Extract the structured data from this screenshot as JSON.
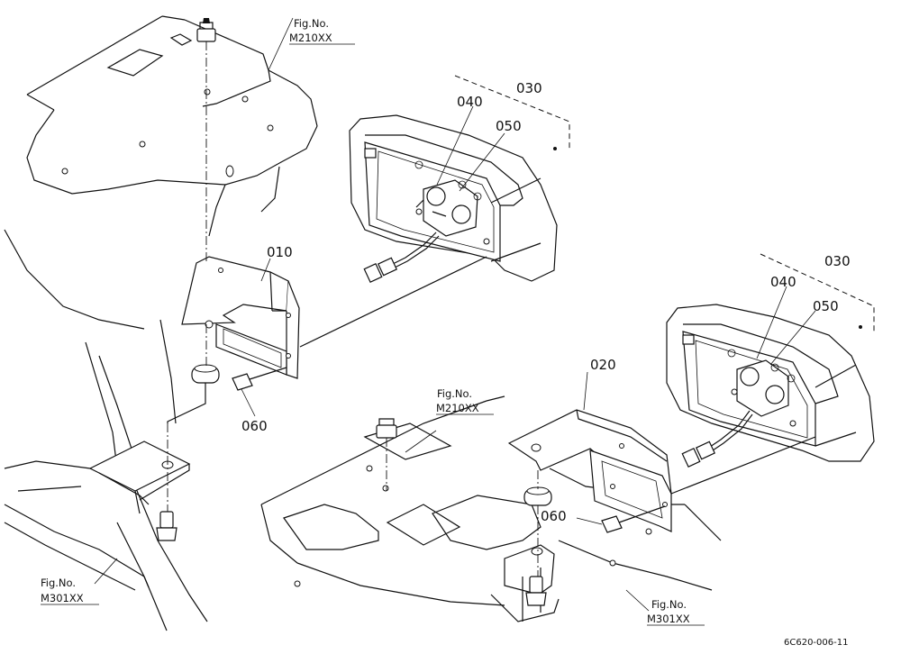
{
  "callouts": {
    "p010": "010",
    "p020": "020",
    "p030_top": "030",
    "p030_bottom": "030",
    "p040_top": "040",
    "p040_bottom": "040",
    "p050_top": "050",
    "p050_bottom": "050",
    "p060_left": "060",
    "p060_right": "060"
  },
  "fig_refs": {
    "top_left": {
      "line1": "Fig.No.",
      "line2": "M210XX"
    },
    "center": {
      "line1": "Fig.No.",
      "line2": "M210XX"
    },
    "bottom_left": {
      "line1": "Fig.No.",
      "line2": "M301XX"
    },
    "bottom_right": {
      "line1": "Fig.No.",
      "line2": "M301XX"
    }
  },
  "drawing_number": "6C620-006-11"
}
